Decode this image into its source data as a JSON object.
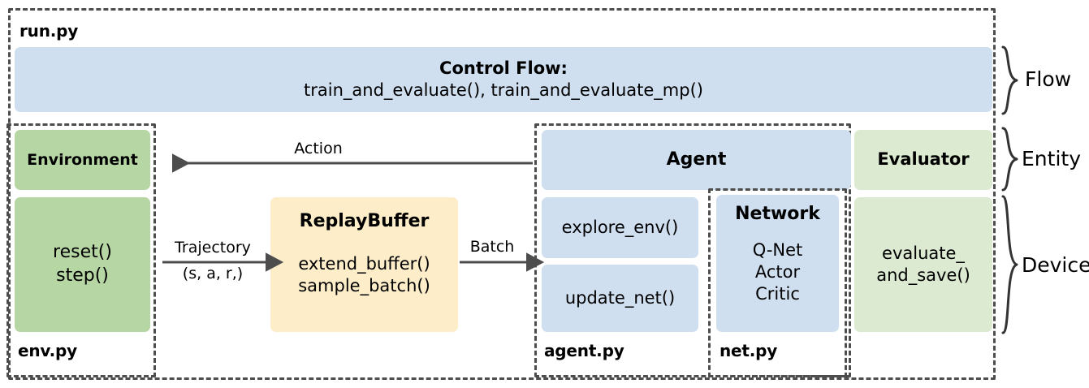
{
  "diagram": {
    "title": "ElegantRL architecture diagram",
    "colors": {
      "blue": "#cfdff0",
      "green": "#b6d7a4",
      "green_light": "#dcead1",
      "cream": "#fdeec9",
      "dash": "#4d4d4d",
      "arrow": "#4d4d4d",
      "text": "#000000"
    }
  },
  "containers": {
    "run": {
      "label": "run.py"
    },
    "env": {
      "label": "env.py"
    },
    "agent": {
      "label": "agent.py"
    },
    "net": {
      "label": "net.py"
    }
  },
  "nodes": {
    "control_flow": {
      "title": "Control Flow:",
      "lines": "train_and_evaluate(),  train_and_evaluate_mp()"
    },
    "environment": {
      "title": "Environment"
    },
    "env_methods": {
      "line1": "reset()",
      "line2": "step()"
    },
    "replay_buffer": {
      "title": "ReplayBuffer",
      "line1": "extend_buffer()",
      "line2": "sample_batch()"
    },
    "agent": {
      "title": "Agent"
    },
    "explore_env": {
      "label": "explore_env()"
    },
    "update_net": {
      "label": "update_net()"
    },
    "network": {
      "title": "Network",
      "line1": "Q-Net",
      "line2": "Actor",
      "line3": "Critic"
    },
    "evaluator": {
      "title": "Evaluator"
    },
    "evaluate_and_save": {
      "line1": "evaluate_",
      "line2": "and_save()"
    }
  },
  "arrows": {
    "action": {
      "label": "Action"
    },
    "trajectory": {
      "line1": "Trajectory",
      "line2": "(s, a, r,)"
    },
    "batch": {
      "label": "Batch"
    }
  },
  "braces": {
    "flow": {
      "label": "Flow"
    },
    "entity": {
      "label": "Entity"
    },
    "device": {
      "label": "Device"
    }
  }
}
